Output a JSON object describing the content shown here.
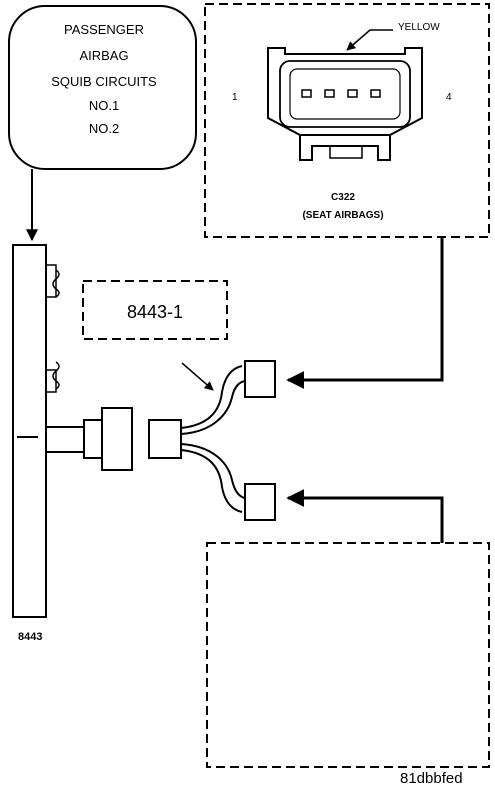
{
  "callout": {
    "lines": [
      "PASSENGER",
      "AIRBAG",
      "SQUIB CIRCUITS",
      "NO.1",
      "NO.2"
    ]
  },
  "connector_c322": {
    "color_label": "YELLOW",
    "pin_left": "1",
    "pin_right": "4",
    "id": "C322",
    "description": "(SEAT AIRBAGS)"
  },
  "tool_label": "8443-1",
  "module_label": "8443",
  "figure_id": "81dbbfed"
}
